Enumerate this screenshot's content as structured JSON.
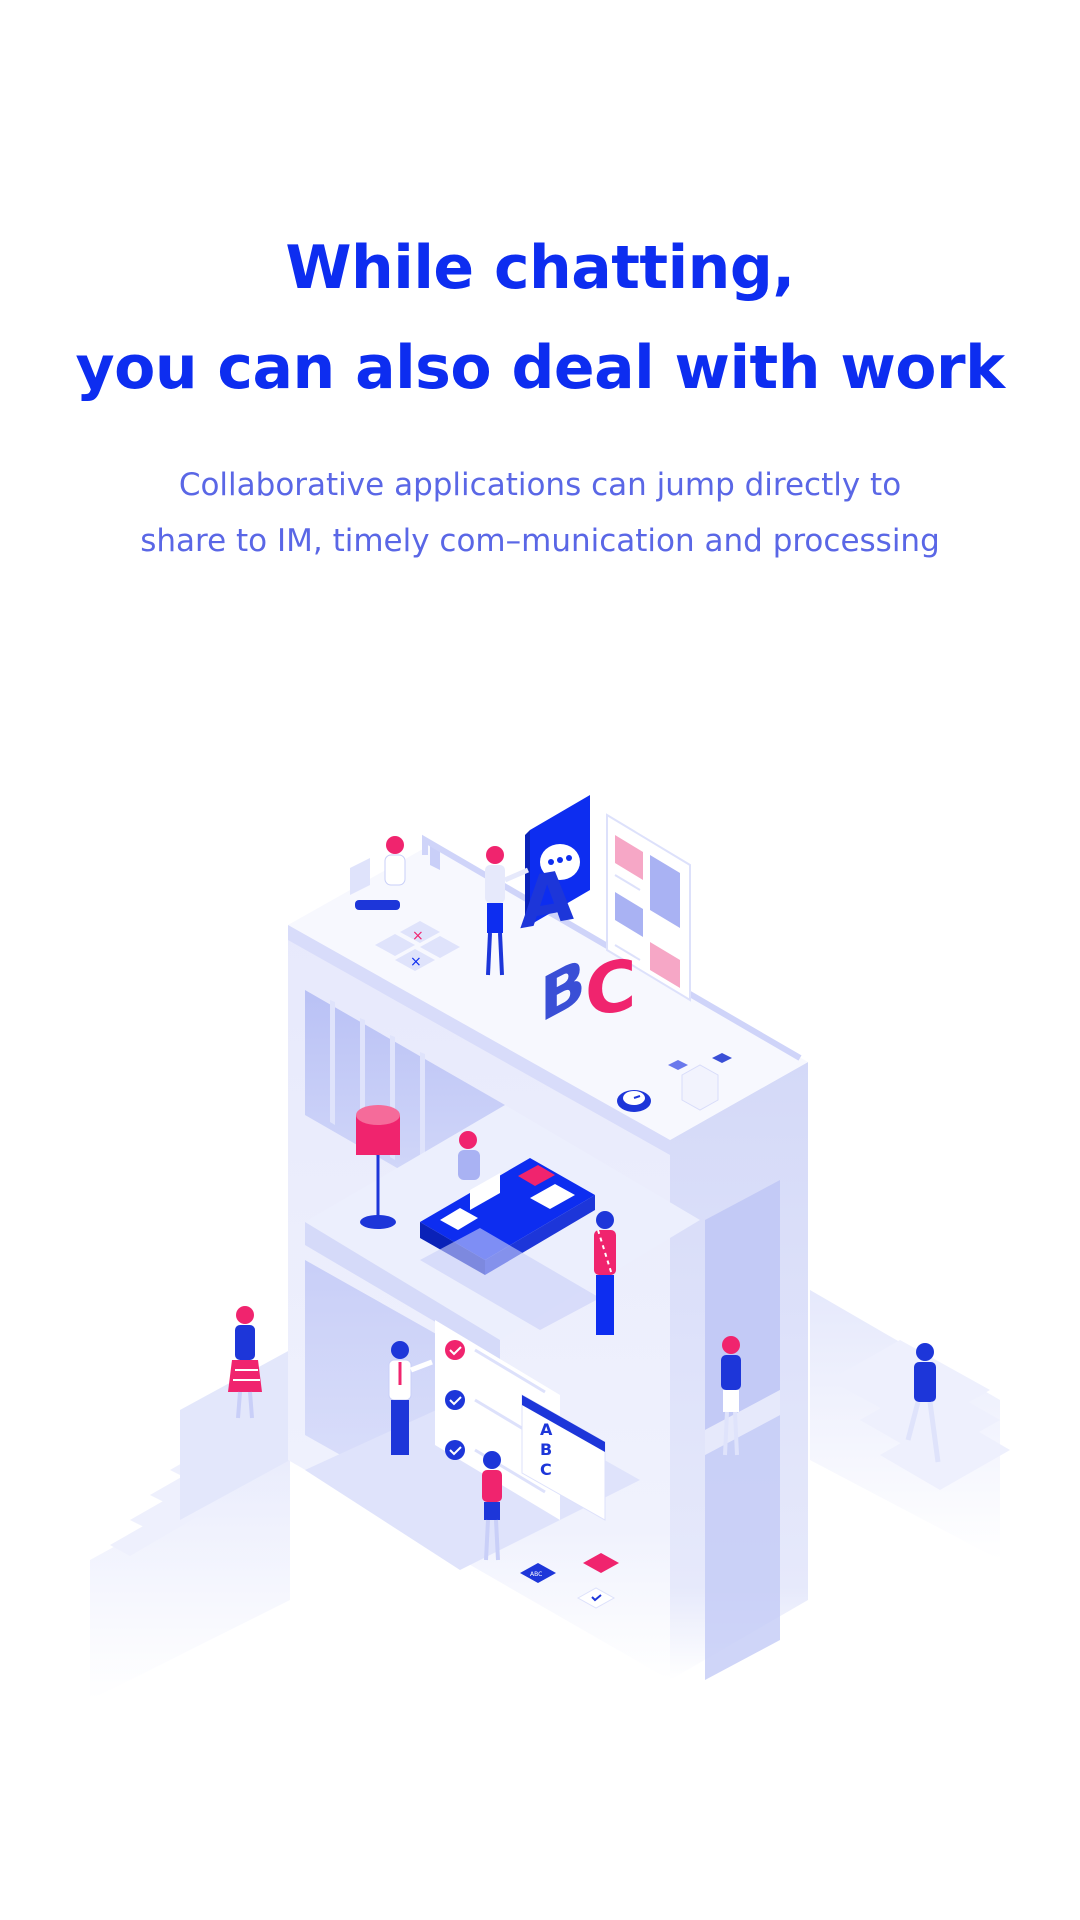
{
  "headline": {
    "line1": "While chatting,",
    "line2": "you can also deal with work"
  },
  "subtitle": {
    "line1": "Collaborative applications can jump directly to",
    "line2": "share to IM, timely com–munication and processing"
  },
  "illustration": {
    "letter_a": "A",
    "letter_b": "B",
    "letter_c": "C",
    "board_letters": [
      "A",
      "B",
      "C"
    ],
    "tile_text": "ABC"
  },
  "colors": {
    "primary": "#0d2df0",
    "subtitle": "#5a67e6",
    "accent_pink": "#f0246e",
    "building_light": "#e6e9fb",
    "building_mid": "#c9cff8",
    "building_shadow": "#a9b2f3"
  }
}
